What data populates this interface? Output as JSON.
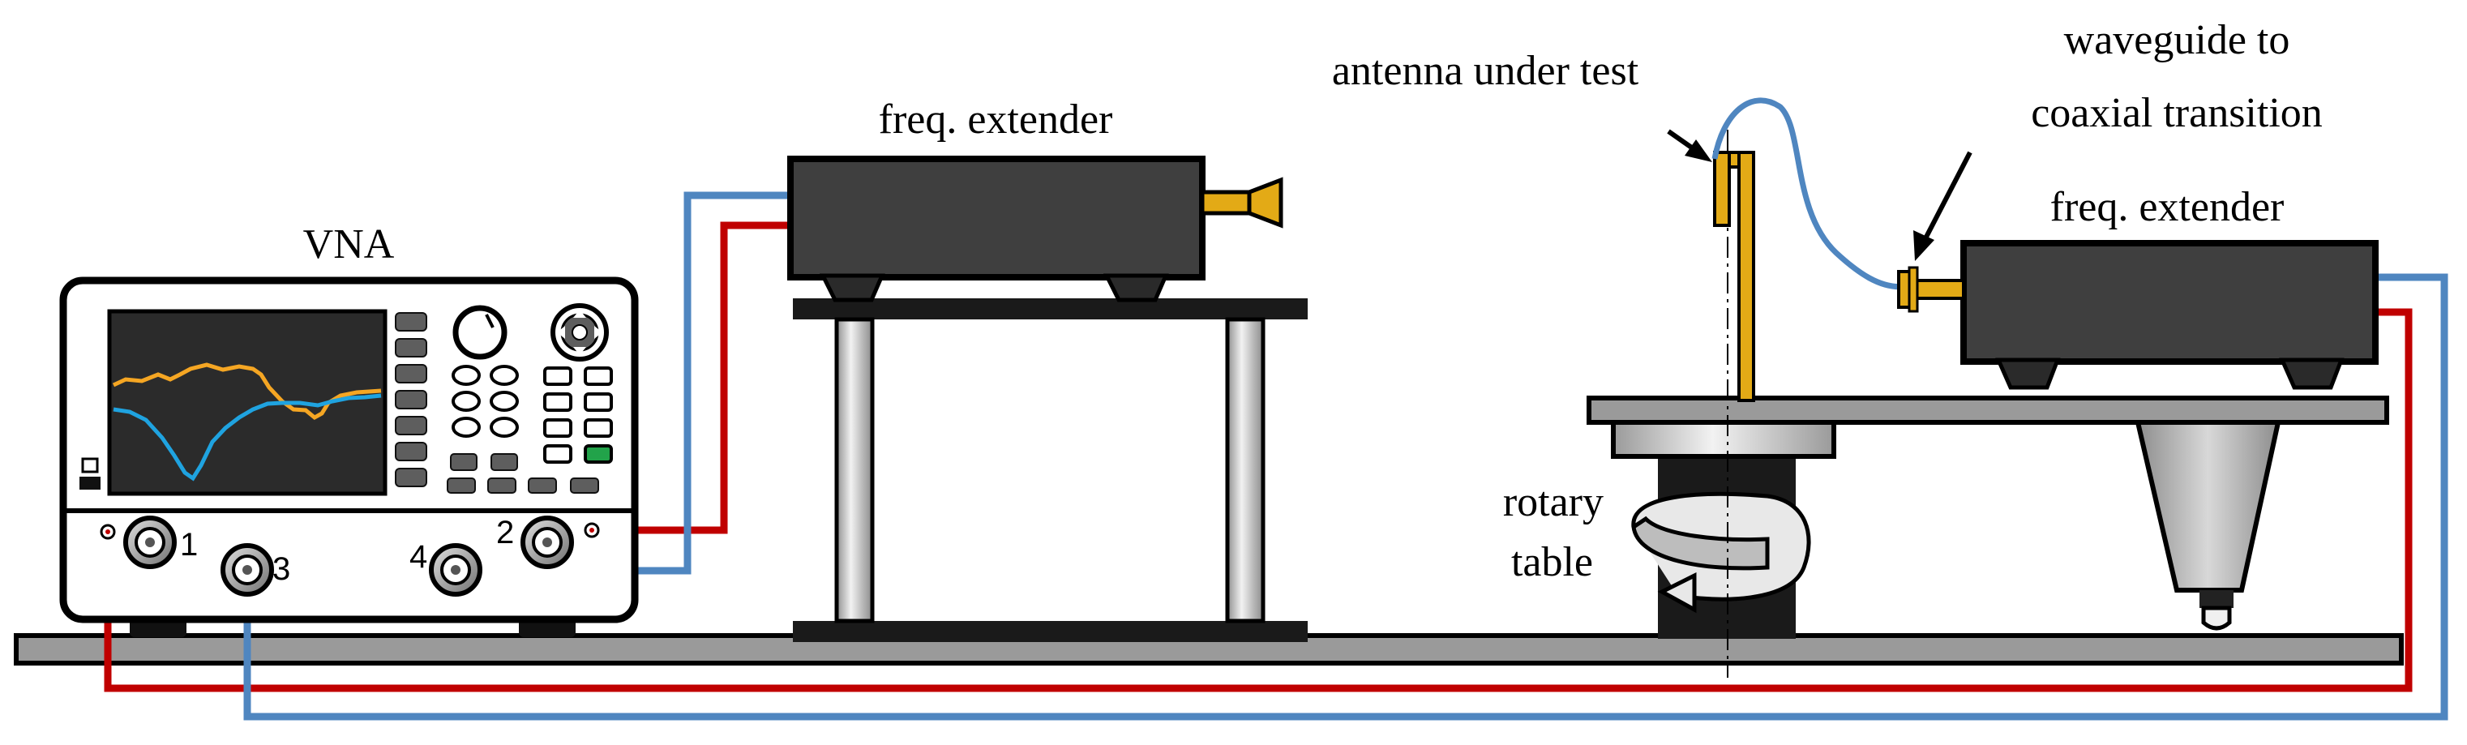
{
  "labels": {
    "vna": "VNA",
    "extender_left": "freq. extender",
    "extender_right": "freq. extender",
    "aut": "antenna under test",
    "waveguide_line1": "waveguide to",
    "waveguide_line2": "coaxial transition",
    "rotary_line1": "rotary",
    "rotary_line2": "table"
  },
  "ports": {
    "p1": "1",
    "p2": "2",
    "p3": "3",
    "p4": "4"
  },
  "colors": {
    "red_cable": "#c00000",
    "blue_cable": "#4f86c0",
    "device_body": "#3f3f3f",
    "gold": "#e3aa16",
    "trace_orange": "#f5a623",
    "trace_blue": "#1fa3e0",
    "green_key": "#22a34a"
  },
  "icons": [
    "knob-icon",
    "dpad-icon",
    "connector-icon",
    "rotation-arrow-icon",
    "horn-antenna-icon"
  ]
}
